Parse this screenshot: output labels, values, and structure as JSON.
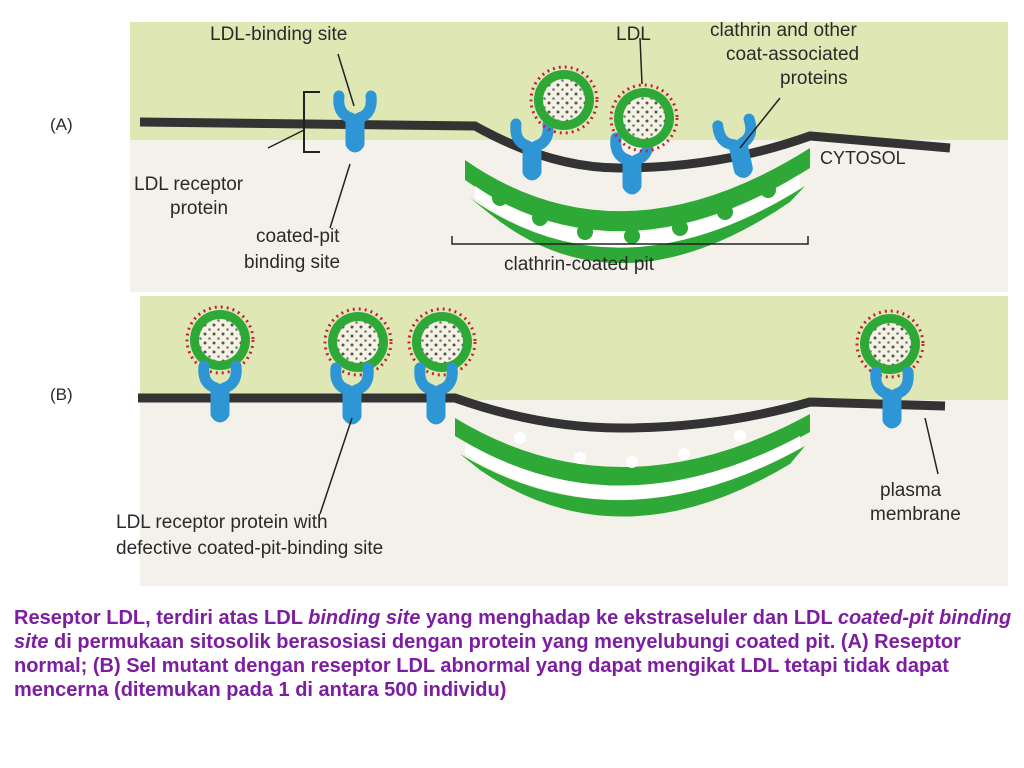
{
  "figure": {
    "panel_a": {
      "tag": "(A)",
      "ldl_binding_site": "LDL-binding site",
      "ldl": "LDL",
      "clathrin_line1": "clathrin and other",
      "clathrin_line2": "coat-associated",
      "clathrin_line3": "proteins",
      "cytosol": "CYTOSOL",
      "receptor_line1": "LDL receptor",
      "receptor_line2": "protein",
      "coated_pit_line1": "coated-pit",
      "coated_pit_line2": "binding site",
      "clathrin_coated_pit": "clathrin-coated pit"
    },
    "panel_b": {
      "tag": "(B)",
      "plasma_line1": "plasma",
      "plasma_line2": "membrane",
      "defective_line1": "LDL receptor protein with",
      "defective_line2": "defective coated-pit-binding site"
    }
  },
  "caption": {
    "part1": "Reseptor LDL, terdiri atas LDL ",
    "em1": "binding site",
    "part2": " yang menghadap ke ekstraseluler dan LDL ",
    "em2": "coated-pit binding site",
    "part3": " di permukaan sitosolik berasosiasi dengan protein yang menyelubungi coated pit. (A) Reseptor normal; (B) Sel mutant dengan reseptor LDL abnormal yang dapat mengikat LDL tetapi tidak dapat mencerna (ditemukan pada 1 di antara 500 individu)"
  },
  "colors": {
    "extracellular_bg": "#dfe8b5",
    "membrane": "#333333",
    "clathrin": "#2ea836",
    "receptor": "#2f96d6",
    "ldl_dots": "#c0243c",
    "caption_text": "#7d1ea0"
  }
}
